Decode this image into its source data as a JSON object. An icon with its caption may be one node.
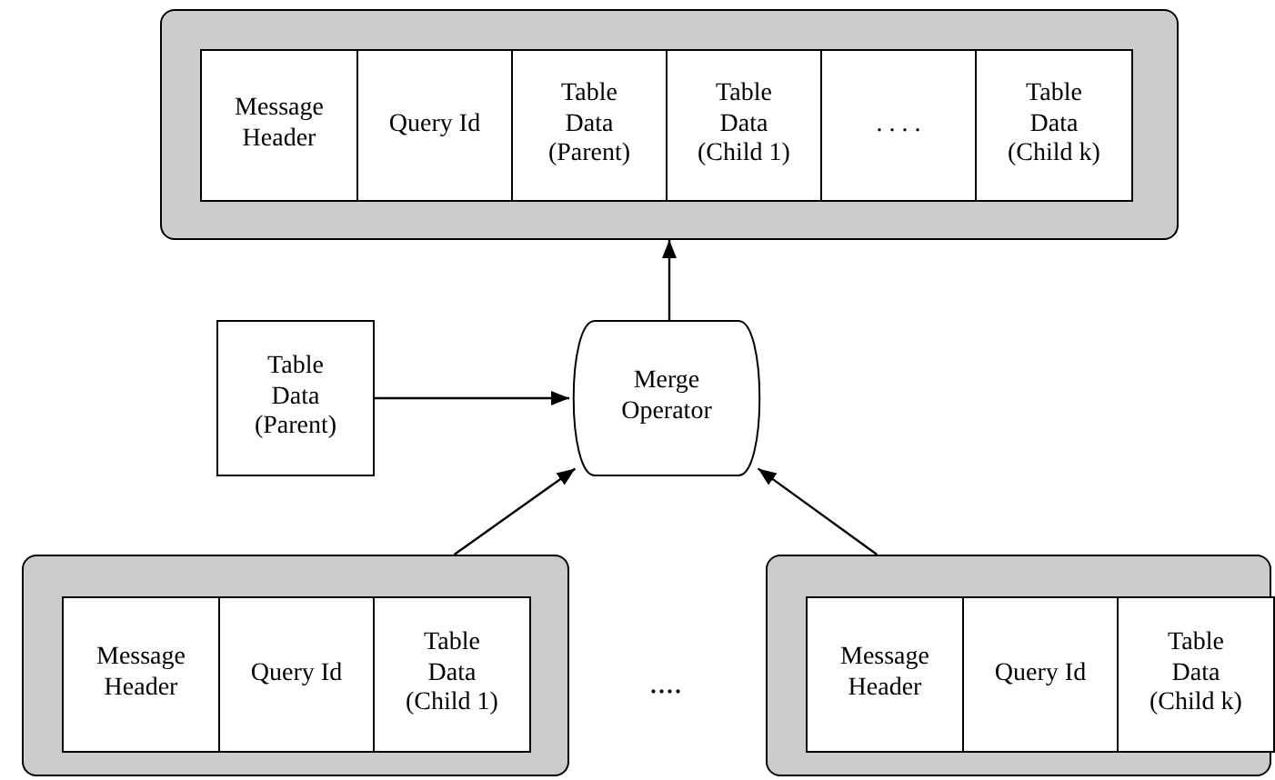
{
  "diagram": {
    "nodes": [
      {
        "text": [],
        "shape": "box"
      },
      {
        "text": [
          "Message Header"
        ],
        "in": 0
      },
      {
        "text": [
          "Query Id"
        ],
        "in": 0
      },
      {
        "text": [
          "Table Data (Parent)"
        ],
        "in": 0
      },
      {
        "text": [
          "Table Data (Child 1)"
        ],
        "in": 0
      },
      {
        "text": [
          ". . . ."
        ],
        "in": 0
      },
      {
        "text": [
          "Table Data (Child k)"
        ],
        "in": 0
      },
      {
        "text": [
          "Table Data (Parent)"
        ]
      },
      {
        "text": [
          "Merge Operator"
        ]
      },
      {
        "text": [],
        "shape": "box"
      },
      {
        "text": [
          "Message Header"
        ],
        "in": 9
      },
      {
        "text": [
          "Query Id"
        ],
        "in": 9
      },
      {
        "text": [
          "Table Data (Child 1)"
        ],
        "in": 9
      },
      {
        "text": [],
        "shape": "box"
      },
      {
        "text": [
          "Message Header"
        ],
        "in": 13
      },
      {
        "text": [
          "Query Id"
        ],
        "in": 13
      },
      {
        "text": [
          "Table Data (Child k)"
        ],
        "in": 13
      }
    ],
    "edges": [
      {
        "from": 8,
        "to": 0,
        "arrow": "to"
      },
      {
        "from": 7,
        "to": 8,
        "arrow": "to"
      },
      {
        "from": 9,
        "to": 8,
        "arrow": "to"
      },
      {
        "from": 13,
        "to": 8,
        "arrow": "to"
      }
    ],
    "labels": [
      "...."
    ]
  }
}
